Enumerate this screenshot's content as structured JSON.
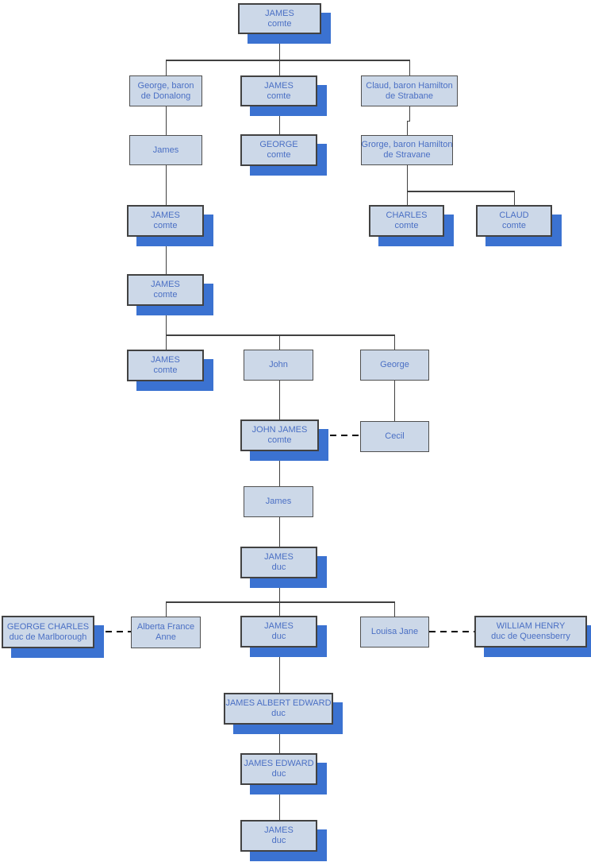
{
  "diagram": {
    "type": "family-tree-org-chart",
    "colors": {
      "box_fill": "#ccd8e8",
      "box_border": "#424242",
      "box_shadow": "#3b72d1",
      "text": "#4a6fc4",
      "connector_line": "#404040",
      "marriage_dash": "#000000"
    }
  },
  "nodes": [
    {
      "id": "james-comte-1",
      "line1": "JAMES",
      "line2": "comte"
    },
    {
      "id": "george-baron-donalong",
      "line1": "George, baron",
      "line2": "de Donalong"
    },
    {
      "id": "james-comte-2",
      "line1": "JAMES",
      "line2": "comte"
    },
    {
      "id": "claud-baron-strabane",
      "line1": "Claud, baron Hamilton",
      "line2": "de Strabane"
    },
    {
      "id": "james-1",
      "line1": "James",
      "line2": ""
    },
    {
      "id": "george-comte",
      "line1": "GEORGE",
      "line2": "comte"
    },
    {
      "id": "grorge-baron-stravane",
      "line1": "Grorge, baron Hamilton",
      "line2": "de Stravane"
    },
    {
      "id": "james-comte-3",
      "line1": "JAMES",
      "line2": "comte"
    },
    {
      "id": "charles-comte",
      "line1": "CHARLES",
      "line2": "comte"
    },
    {
      "id": "claud-comte",
      "line1": "CLAUD",
      "line2": "comte"
    },
    {
      "id": "james-comte-4",
      "line1": "JAMES",
      "line2": "comte"
    },
    {
      "id": "james-comte-5",
      "line1": "JAMES",
      "line2": "comte"
    },
    {
      "id": "john",
      "line1": "John",
      "line2": ""
    },
    {
      "id": "george",
      "line1": "George",
      "line2": ""
    },
    {
      "id": "john-james-comte",
      "line1": "JOHN JAMES",
      "line2": "comte"
    },
    {
      "id": "cecil",
      "line1": "Cecil",
      "line2": ""
    },
    {
      "id": "james-2",
      "line1": "James",
      "line2": ""
    },
    {
      "id": "james-duc-1",
      "line1": "JAMES",
      "line2": "duc"
    },
    {
      "id": "george-charles-marlborough",
      "line1": "GEORGE CHARLES",
      "line2": "duc de Marlborough"
    },
    {
      "id": "alberta-france-anne",
      "line1": "Alberta France",
      "line2": "Anne"
    },
    {
      "id": "james-duc-2",
      "line1": "JAMES",
      "line2": "duc"
    },
    {
      "id": "louisa-jane",
      "line1": "Louisa Jane",
      "line2": ""
    },
    {
      "id": "william-henry-queensberry",
      "line1": "WILLIAM HENRY",
      "line2": "duc de Queensberry"
    },
    {
      "id": "james-albert-edward-duc",
      "line1": "JAMES ALBERT EDWARD",
      "line2": "duc"
    },
    {
      "id": "james-edward-duc",
      "line1": "JAMES EDWARD",
      "line2": "duc"
    },
    {
      "id": "james-duc-3",
      "line1": "JAMES",
      "line2": "duc"
    }
  ],
  "edges": [
    {
      "type": "descent",
      "from": "james-comte-1",
      "to": [
        "george-baron-donalong",
        "james-comte-2",
        "claud-baron-strabane"
      ]
    },
    {
      "type": "descent",
      "from": "george-baron-donalong",
      "to": [
        "james-1"
      ]
    },
    {
      "type": "descent",
      "from": "james-comte-2",
      "to": [
        "george-comte"
      ]
    },
    {
      "type": "descent",
      "from": "claud-baron-strabane",
      "to": [
        "grorge-baron-stravane"
      ]
    },
    {
      "type": "descent",
      "from": "grorge-baron-stravane",
      "to": [
        "charles-comte",
        "claud-comte"
      ]
    },
    {
      "type": "descent",
      "from": "james-1",
      "to": [
        "james-comte-3"
      ]
    },
    {
      "type": "descent",
      "from": "james-comte-3",
      "to": [
        "james-comte-4"
      ]
    },
    {
      "type": "descent",
      "from": "james-comte-4",
      "to": [
        "james-comte-5",
        "john",
        "george"
      ]
    },
    {
      "type": "descent",
      "from": "john",
      "to": [
        "john-james-comte"
      ]
    },
    {
      "type": "descent",
      "from": "george",
      "to": [
        "cecil"
      ]
    },
    {
      "type": "marriage",
      "between": [
        "john-james-comte",
        "cecil"
      ]
    },
    {
      "type": "descent",
      "from": "john-james-comte",
      "to": [
        "james-2"
      ]
    },
    {
      "type": "descent",
      "from": "james-2",
      "to": [
        "james-duc-1"
      ]
    },
    {
      "type": "descent",
      "from": "james-duc-1",
      "to": [
        "alberta-france-anne",
        "james-duc-2",
        "louisa-jane"
      ]
    },
    {
      "type": "marriage",
      "between": [
        "george-charles-marlborough",
        "alberta-france-anne"
      ]
    },
    {
      "type": "marriage",
      "between": [
        "louisa-jane",
        "william-henry-queensberry"
      ]
    },
    {
      "type": "descent",
      "from": "james-duc-2",
      "to": [
        "james-albert-edward-duc"
      ]
    },
    {
      "type": "descent",
      "from": "james-albert-edward-duc",
      "to": [
        "james-edward-duc"
      ]
    },
    {
      "type": "descent",
      "from": "james-edward-duc",
      "to": [
        "james-duc-3"
      ]
    }
  ]
}
